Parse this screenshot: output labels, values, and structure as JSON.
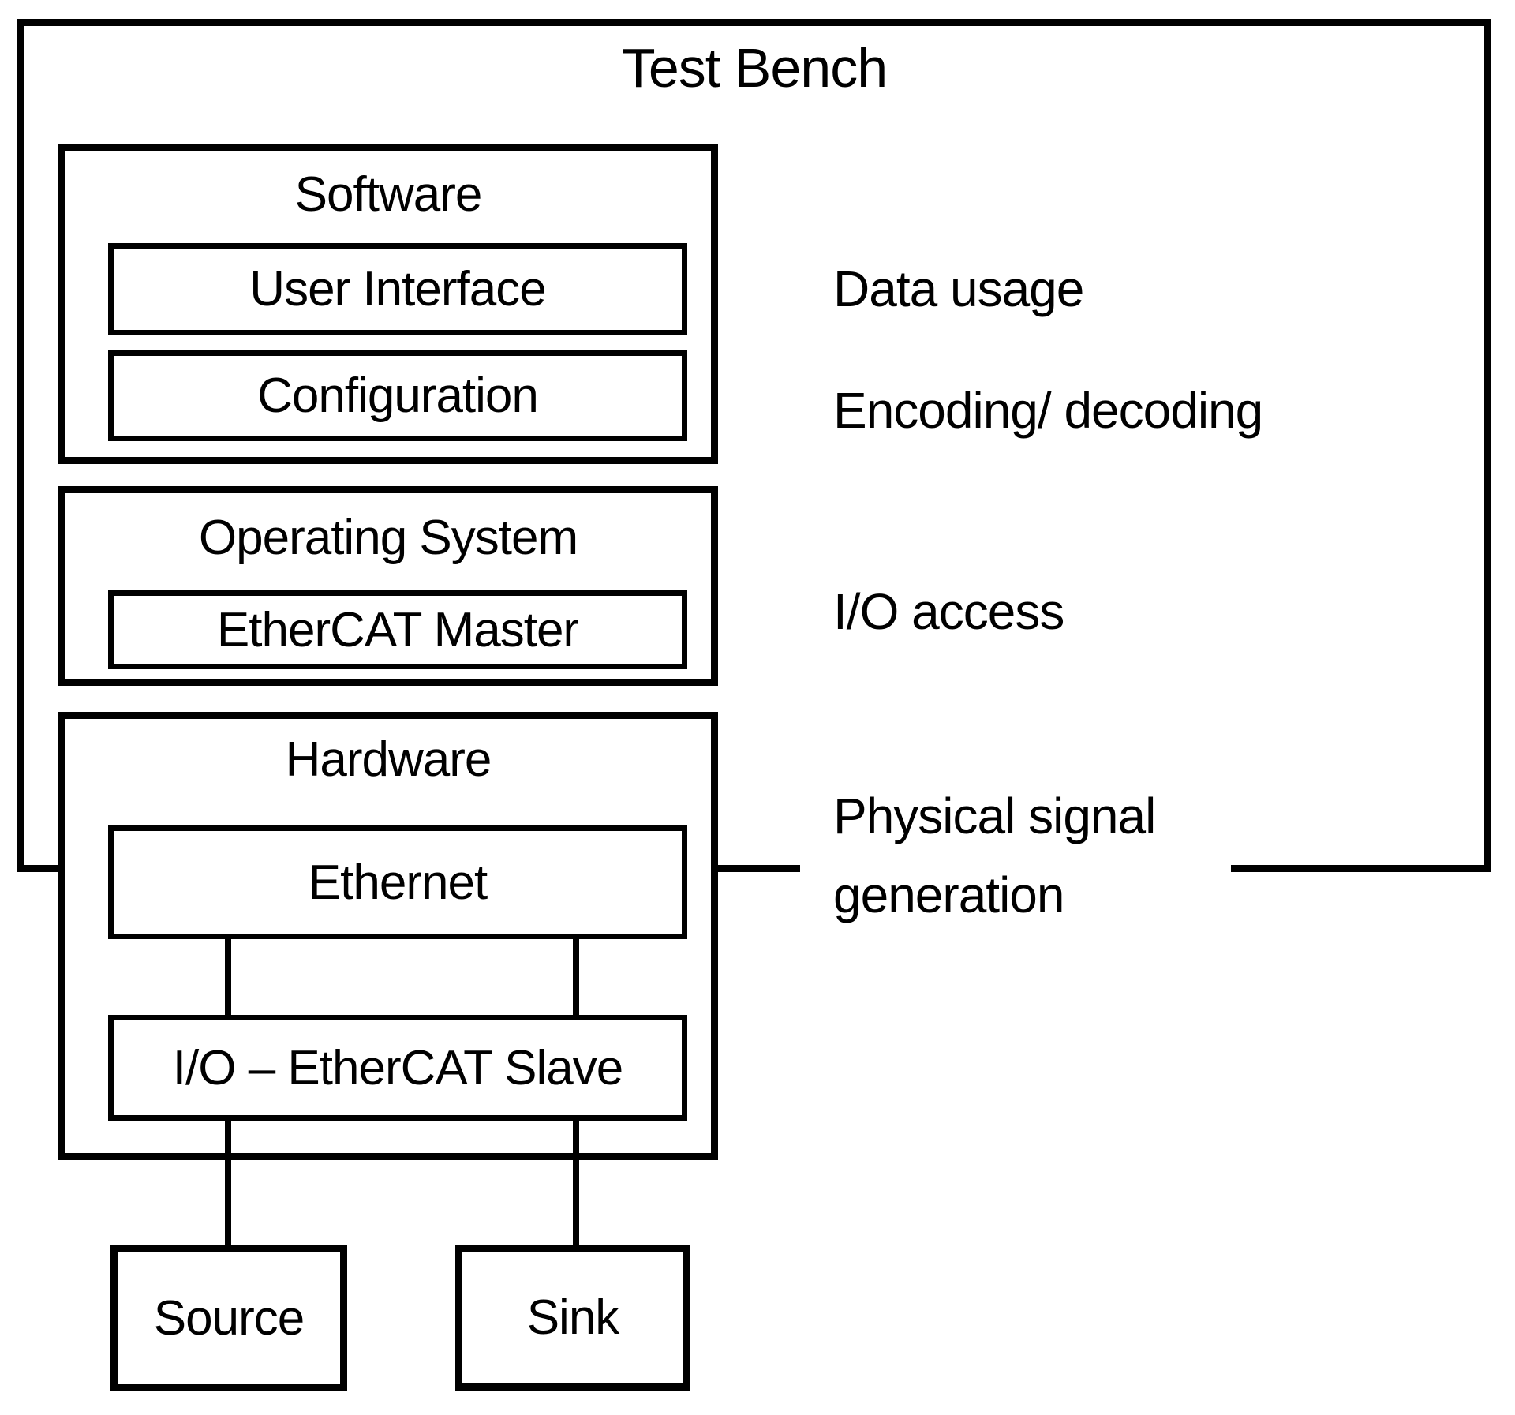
{
  "title": "Test Bench",
  "software": {
    "title": "Software",
    "user_interface": "User Interface",
    "configuration": "Configuration"
  },
  "operating_system": {
    "title": "Operating System",
    "ethercat_master": "EtherCAT Master"
  },
  "hardware": {
    "title": "Hardware",
    "ethernet": "Ethernet",
    "io_ethercat_slave": "I/O – EtherCAT Slave"
  },
  "endpoints": {
    "source": "Source",
    "sink": "Sink"
  },
  "annotations": {
    "data_usage": "Data usage",
    "encoding_decoding": "Encoding/ decoding",
    "io_access": "I/O access",
    "physical_signal_line1": "Physical signal",
    "physical_signal_line2": "generation"
  },
  "colors": {
    "ink": "#000000",
    "bg": "#ffffff"
  }
}
